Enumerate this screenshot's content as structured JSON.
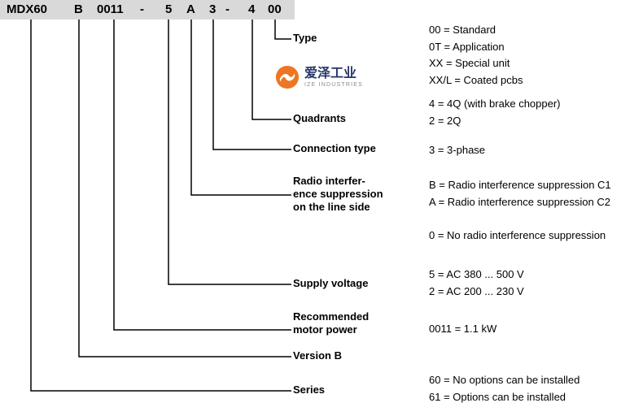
{
  "code": {
    "parts": [
      "MDX60",
      "B",
      "0011",
      "-",
      "5",
      "A",
      "3",
      "-",
      "4",
      "00"
    ]
  },
  "logo": {
    "brand": "爱泽工业",
    "subtitle": "IZE INDUSTRIES",
    "accent_color": "#ee7623",
    "brand_color": "#26366b"
  },
  "labels": {
    "type": "Type",
    "quadrants": "Quadrants",
    "connection": "Connection type",
    "radio_line1": "Radio interfer-",
    "radio_line2": "ence suppression",
    "radio_line3": "on the line side",
    "supply": "Supply voltage",
    "motor_line1": "Recommended",
    "motor_line2": "motor power",
    "version": "Version B",
    "series": "Series"
  },
  "values": {
    "type": [
      "00 = Standard",
      "0T = Application",
      "XX = Special unit",
      "XX/L = Coated pcbs"
    ],
    "quadrants": [
      "4 = 4Q (with brake chopper)",
      "2 = 2Q"
    ],
    "connection": [
      "3 = 3-phase"
    ],
    "radio": [
      "B = Radio interference suppression C1",
      "A = Radio interference suppression C2"
    ],
    "radio_extra": [
      "0 = No radio interference suppression"
    ],
    "supply": [
      "5 = AC 380 ... 500 V",
      "2 = AC 200 ... 230 V"
    ],
    "motor": [
      "0011 = 1.1 kW"
    ],
    "series": [
      "60 = No options can be installed",
      "61 = Options can be installed"
    ]
  },
  "colors": {
    "bar_background": "#d9d9d9",
    "line_color": "#000000"
  }
}
